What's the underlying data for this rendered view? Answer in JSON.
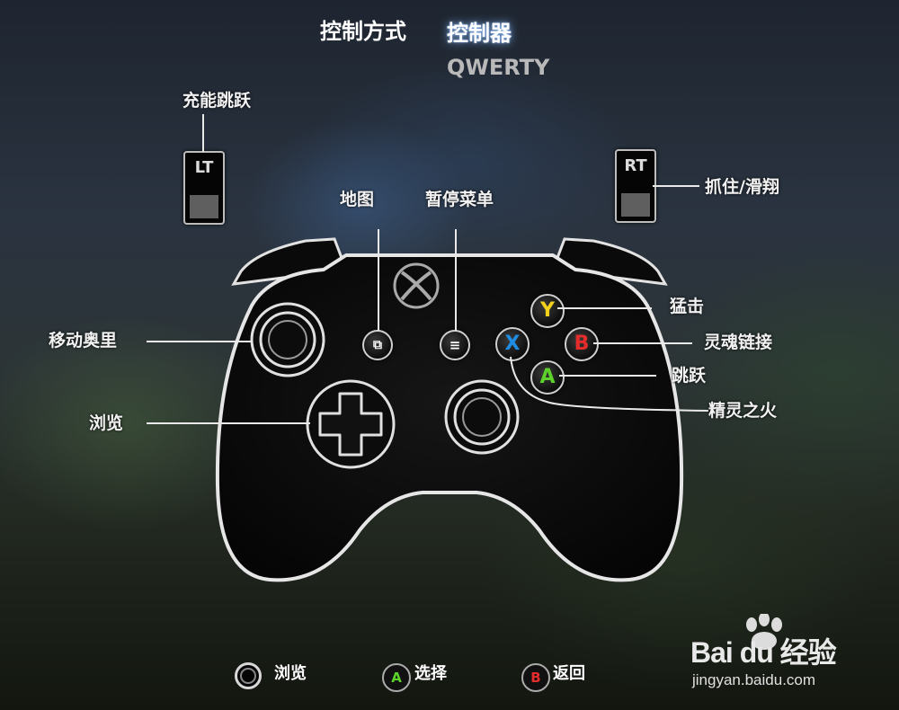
{
  "header": {
    "tab_controls": "控制方式",
    "tab_controller": "控制器",
    "tab_qwerty": "QWERTY"
  },
  "triggers": {
    "lt": "LT",
    "rt": "RT"
  },
  "labels": {
    "charge_jump": "充能跳跃",
    "grab_glide": "抓住/滑翔",
    "map": "地图",
    "pause_menu": "暂停菜单",
    "move_ori": "移动奥里",
    "browse": "浏览",
    "bash": "猛击",
    "soul_link": "灵魂链接",
    "jump": "跳跃",
    "spirit_flame": "精灵之火"
  },
  "face_buttons": {
    "y": "Y",
    "b": "B",
    "a": "A",
    "x": "X"
  },
  "footer": {
    "hints": [
      {
        "icon": "stick-icon",
        "label": "浏览"
      },
      {
        "icon": "A",
        "label": "选择"
      },
      {
        "icon": "B",
        "label": "返回"
      }
    ]
  },
  "watermark": {
    "brand": "Bai du 经验",
    "url": "jingyan.baidu.com"
  },
  "colors": {
    "y": "#f2d21b",
    "b": "#e52c2c",
    "a": "#5cd22a",
    "x": "#1f8de3"
  }
}
